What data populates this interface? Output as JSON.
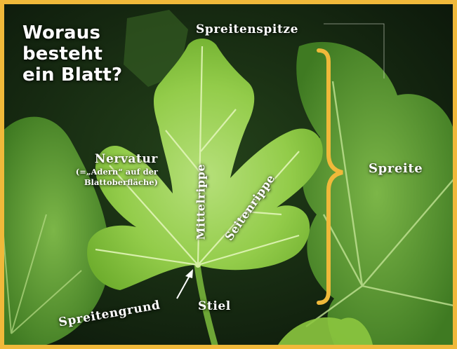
{
  "title": {
    "lines": [
      "Woraus",
      "besteht",
      "ein Blatt?"
    ]
  },
  "labels": {
    "blade_tip": "Spreitenspitze",
    "blade": "Spreite",
    "venation": "Nervatur",
    "venation_note_line1": "(=„Adern“ auf der",
    "venation_note_line2": "Blattoberfläche)",
    "midrib": "Mittelrippe",
    "side_rib": "Seitenrippe",
    "blade_base": "Spreitengrund",
    "stalk": "Stiel"
  },
  "colors": {
    "frame": "#f0b93a",
    "brace": "#f0b93a",
    "leaf_light": "#a9d864",
    "leaf_mid": "#8cc63f",
    "vein": "#d8f2a6",
    "background": "#0f1e0c",
    "label_text": "#ffffff"
  }
}
